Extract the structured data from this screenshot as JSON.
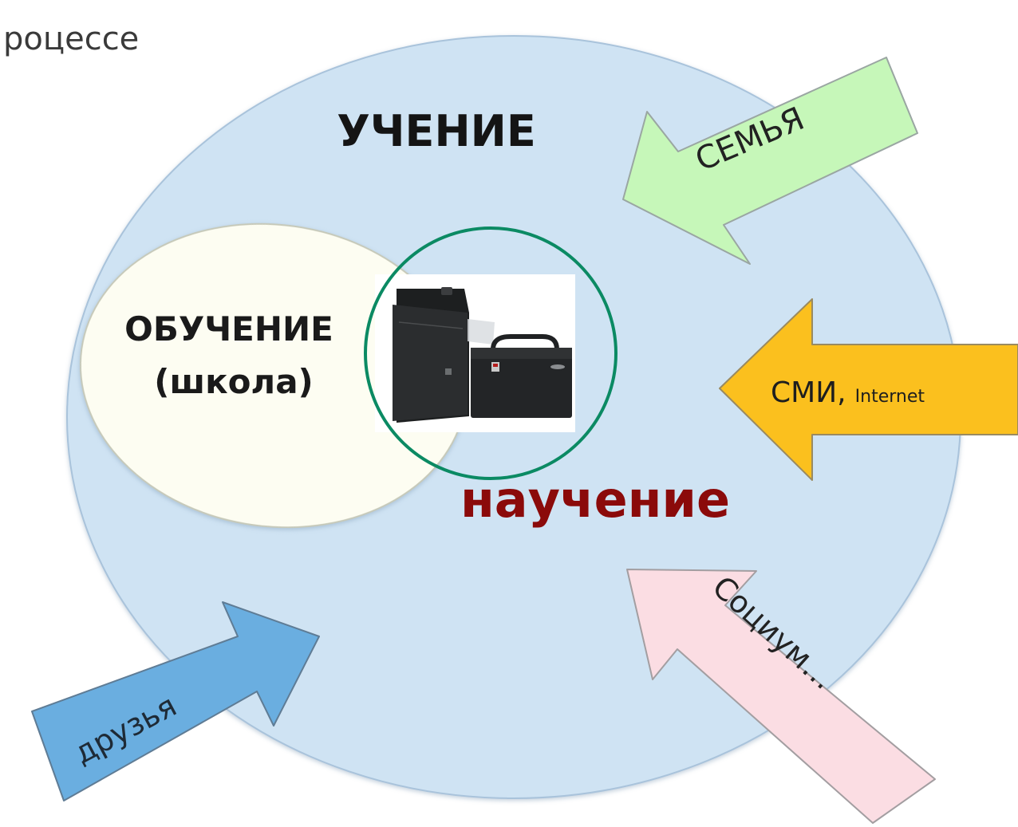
{
  "header": {
    "partial_text": "роцессе"
  },
  "diagram": {
    "outer_label": "УЧЕНИЕ",
    "inner_label_line1": "ОБУЧЕНИЕ",
    "inner_label_line2": "(школа)",
    "center_label": "научение",
    "center_image": "briefcase-and-folder-photo",
    "arrows": {
      "family": "СЕМЬЯ",
      "media_main": "СМИ,",
      "media_sub": "Internet",
      "society": "Социум…",
      "friends": "друзья"
    },
    "colors": {
      "outer_circle": "#cfe3f3",
      "inner_ellipse": "#fdfdf2",
      "center_ring": "#0b8a63",
      "center_label": "#8b0a0a",
      "arrow_family": "#c6f7b9",
      "arrow_media": "#fbc01e",
      "arrow_society": "#fbdde3",
      "arrow_friends": "#6aaee0"
    }
  }
}
